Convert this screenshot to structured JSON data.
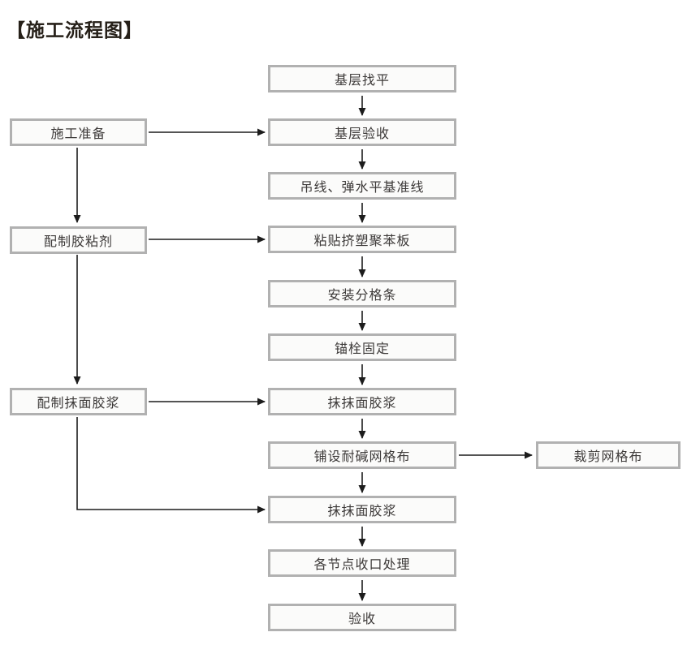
{
  "title": "【施工流程图】",
  "colors": {
    "background": "#ffffff",
    "box_border": "#b1b1b1",
    "box_fill": "#fbfbfa",
    "box_text": "#3d3a39",
    "arrow": "#1c1c1c",
    "title_text": "#262019"
  },
  "flow": {
    "main_steps": [
      {
        "label": "基层找平"
      },
      {
        "label": "基层验收"
      },
      {
        "label": "吊线、弹水平基准线"
      },
      {
        "label": "粘贴挤塑聚苯板"
      },
      {
        "label": "安装分格条"
      },
      {
        "label": "锚栓固定"
      },
      {
        "label": "抹抹面胶浆"
      },
      {
        "label": "铺设耐碱网格布"
      },
      {
        "label": "抹抹面胶浆"
      },
      {
        "label": "各节点收口处理"
      },
      {
        "label": "验收"
      }
    ],
    "side_steps_left": [
      {
        "label": "施工准备"
      },
      {
        "label": "配制胶粘剂"
      },
      {
        "label": "配制抹面胶浆"
      }
    ],
    "side_steps_right": [
      {
        "label": "裁剪网格布"
      }
    ],
    "edges": [
      {
        "from": "基层找平",
        "to": "基层验收"
      },
      {
        "from": "基层验收",
        "to": "吊线、弹水平基准线"
      },
      {
        "from": "吊线、弹水平基准线",
        "to": "粘贴挤塑聚苯板"
      },
      {
        "from": "粘贴挤塑聚苯板",
        "to": "安装分格条"
      },
      {
        "from": "安装分格条",
        "to": "锚栓固定"
      },
      {
        "from": "锚栓固定",
        "to": "抹抹面胶浆(1)"
      },
      {
        "from": "抹抹面胶浆(1)",
        "to": "铺设耐碱网格布"
      },
      {
        "from": "铺设耐碱网格布",
        "to": "抹抹面胶浆(2)"
      },
      {
        "from": "抹抹面胶浆(2)",
        "to": "各节点收口处理"
      },
      {
        "from": "各节点收口处理",
        "to": "验收"
      },
      {
        "from": "施工准备",
        "to": "基层验收"
      },
      {
        "from": "施工准备",
        "to": "配制胶粘剂"
      },
      {
        "from": "配制胶粘剂",
        "to": "粘贴挤塑聚苯板"
      },
      {
        "from": "配制胶粘剂",
        "to": "配制抹面胶浆"
      },
      {
        "from": "配制抹面胶浆",
        "to": "抹抹面胶浆(1)"
      },
      {
        "from": "配制抹面胶浆",
        "to": "抹抹面胶浆(2)"
      },
      {
        "from": "铺设耐碱网格布",
        "to": "裁剪网格布"
      }
    ]
  }
}
